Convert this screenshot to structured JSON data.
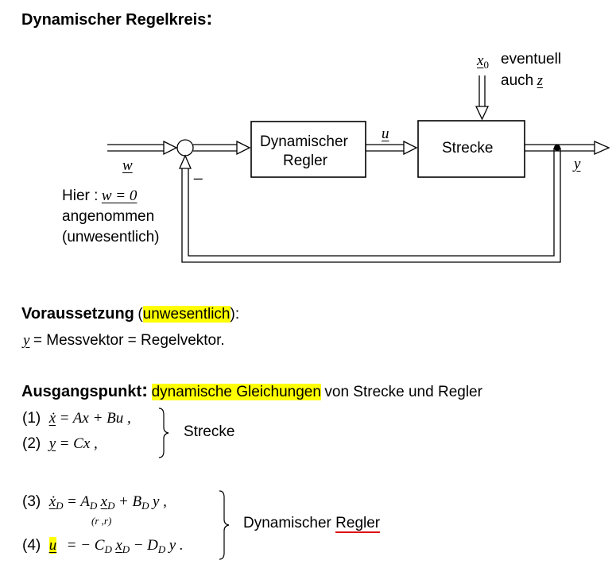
{
  "title": "Dynamischer Regelkreis",
  "title_colon": ":",
  "diagram": {
    "block_controller": [
      "Dynamischer",
      "Regler"
    ],
    "block_plant": "Strecke",
    "disturbance_symbol": "x",
    "disturbance_subscript": "0",
    "disturbance_text_1": "eventuell",
    "disturbance_text_2": "auch",
    "disturbance_z": "z",
    "signal_w": "w",
    "signal_u": "u",
    "signal_y": "y",
    "minus_sign": "_",
    "note_line1_label": "Hier :",
    "note_line1_eq": "w = 0",
    "note_line2": "angenommen",
    "note_line3": "(unwesentlich)"
  },
  "assumption": {
    "label": "Voraussetzung",
    "paren_open": "(",
    "highlight": "unwesentlich",
    "paren_close": "):",
    "eq_y": "y",
    "eq_rest": "= Messvektor = Regelvektor."
  },
  "starting_point": {
    "label": "Ausgangspunkt",
    "colon": ":",
    "highlight": "dynamische Gleichungen",
    "rest": "von Strecke und Regler"
  },
  "plant_equations": [
    {
      "num": "(1)",
      "lhs": "ẋ",
      "rhs": "= Ax + Bu ,"
    },
    {
      "num": "(2)",
      "lhs": "y",
      "rhs": "= Cx ,"
    }
  ],
  "plant_label": "Strecke",
  "controller_equations": {
    "eq3_num": "(3)",
    "eq3_lhs": "ẋ",
    "eq3_lhs_sub": "D",
    "eq3_rhs_a": "= A",
    "eq3_rhs_a_sub": "D",
    "eq3_rhs_x": "x",
    "eq3_rhs_x_sub": "D",
    "eq3_rhs_b": "+ B",
    "eq3_rhs_b_sub": "D",
    "eq3_rhs_y": "y ,",
    "eq3_dim": "(r ,r)",
    "eq4_num": "(4)",
    "eq4_lhs": "u",
    "eq4_rhs_c": "= − C",
    "eq4_rhs_c_sub": "D",
    "eq4_rhs_x": "x",
    "eq4_rhs_x_sub": "D",
    "eq4_rhs_d": "− D",
    "eq4_rhs_d_sub": "D",
    "eq4_rhs_y": "y ."
  },
  "controller_label_1": "Dynamischer",
  "controller_label_2": "Regler",
  "colors": {
    "highlight": "#ffff00",
    "spellcheck": "#e00000"
  }
}
